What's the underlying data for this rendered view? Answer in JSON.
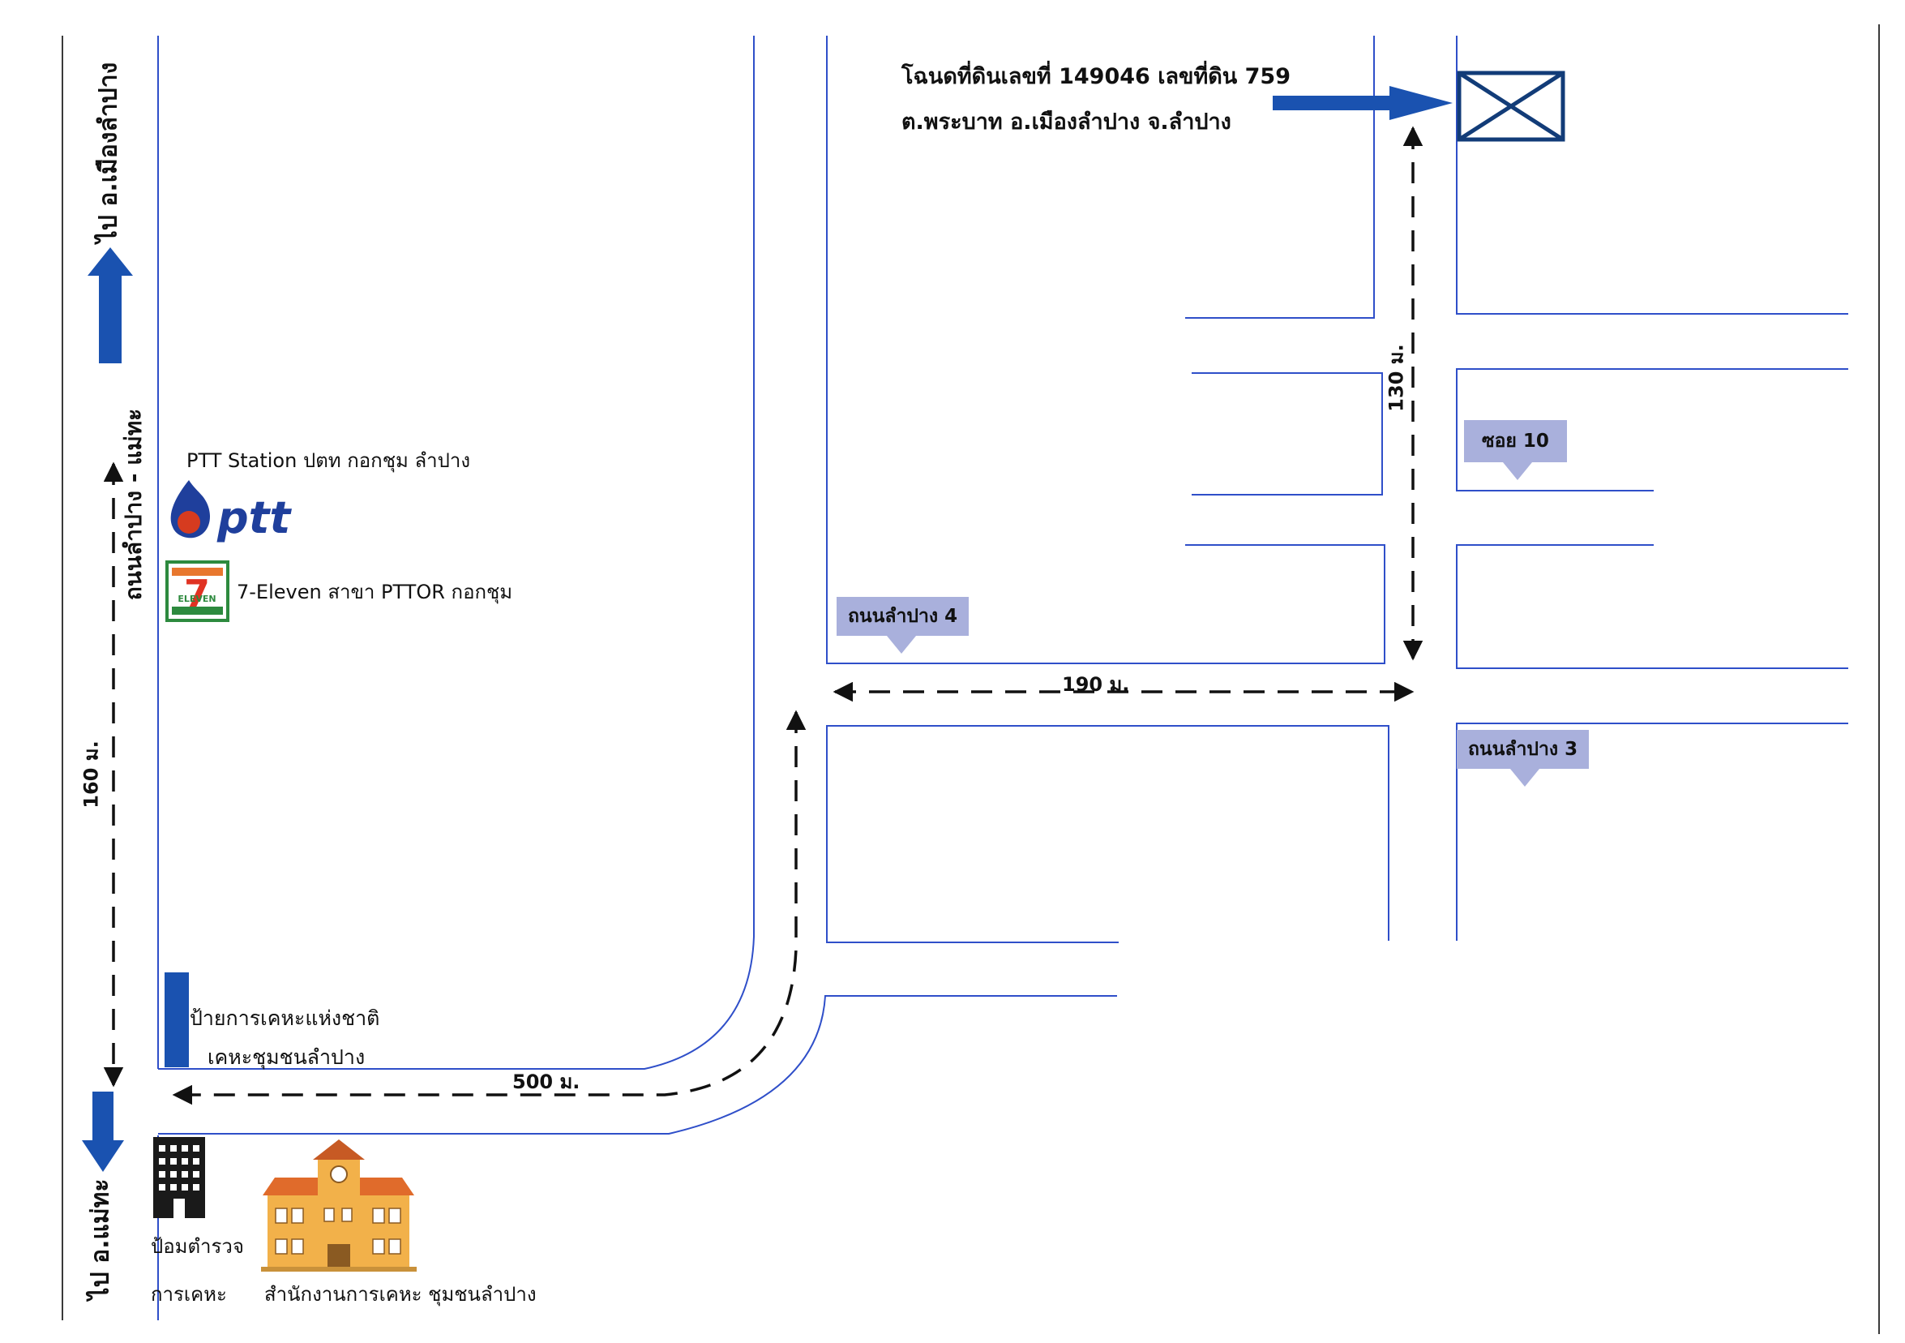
{
  "plot": {
    "title_line1": "โฉนดที่ดินเลขที่ 149046  เลขที่ดิน 759",
    "title_line2": "ต.พระบาท อ.เมืองลำปาง  จ.ลำปาง"
  },
  "directions": {
    "north": "ไป อ.เมืองลำปาง",
    "south": "ไป อ.แม่ทะ"
  },
  "roads": {
    "main_road": "ถนนลำปาง - แม่ทะ",
    "lampang4": "ถนนลำปาง 4",
    "lampang3": "ถนนลำปาง 3",
    "soi10": "ซอย 10"
  },
  "distances": {
    "d160": "160  ม.",
    "d500": "500  ม.",
    "d190": "190  ม.",
    "d130": "130 ม."
  },
  "landmarks": {
    "ptt_name": "PTT Station ปตท กอกชุม ลำปาง",
    "ptt_logo": "ptt",
    "seven_name": "7-Eleven สาขา PTTOR กอกชุม",
    "seven_logo": "ELEVEN",
    "sign_line1": "ป้ายการเคหะแห่งชาติ",
    "sign_line2": "เคหะชุมชนลำปาง",
    "police_line1": "ป้อมตำรวจ",
    "police_line2": "การเคหะ",
    "office": "สำนักงานการเคหะ ชุมชนลำปาง"
  },
  "colors": {
    "road_line": "#2f4fc9",
    "arrow_blue": "#1a52b0",
    "plot_marker": "#123c78",
    "tag_bg": "#a9b0dc"
  },
  "icons": [
    "arrow-up-icon",
    "arrow-down-icon",
    "arrow-right-icon",
    "ptt-logo-icon",
    "seven-eleven-logo-icon",
    "building-icon",
    "office-building-icon",
    "plot-marker-icon"
  ]
}
